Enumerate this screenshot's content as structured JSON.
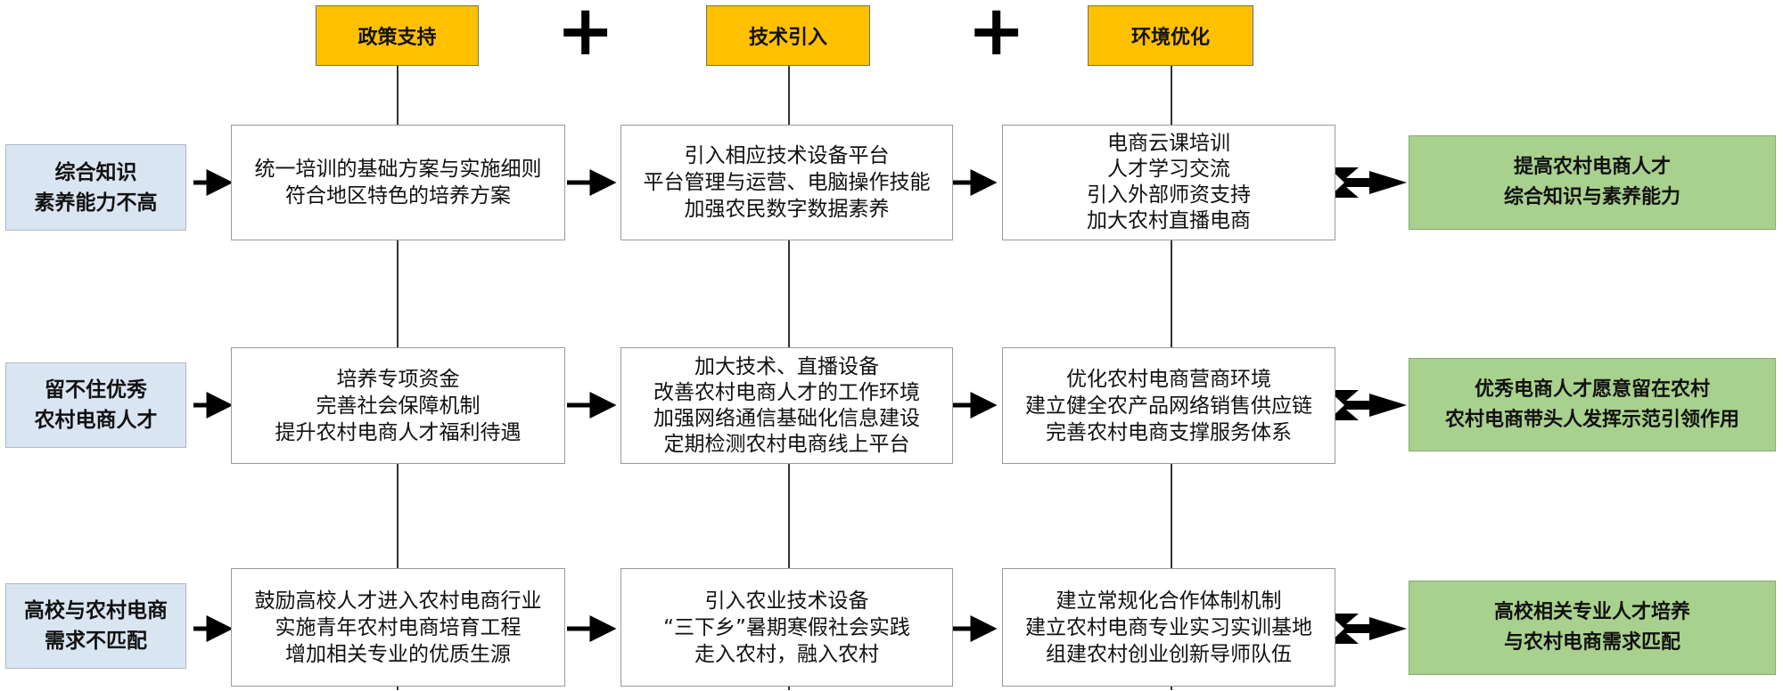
{
  "headers": [
    "政策支持",
    "技术引入",
    "环境优化"
  ],
  "plus": [
    "+",
    "+"
  ],
  "rows": [
    {
      "problem": [
        "综合知识",
        "素养能力不高"
      ],
      "policy": [
        "统一培训的基础方案与实施细则",
        "符合地区特色的培养方案"
      ],
      "tech": [
        "引入相应技术设备平台",
        "平台管理与运营、电脑操作技能",
        "加强农民数字数据素养"
      ],
      "env": [
        "电商云课培训",
        "人才学习交流",
        "引入外部师资支持",
        "加大农村直播电商"
      ],
      "result": [
        "提高农村电商人才",
        "综合知识与素养能力"
      ]
    },
    {
      "problem": [
        "留不住优秀",
        "农村电商人才"
      ],
      "policy": [
        "培养专项资金",
        "完善社会保障机制",
        "提升农村电商人才福利待遇"
      ],
      "tech": [
        "加大技术、直播设备",
        "改善农村电商人才的工作环境",
        "加强网络通信基础化信息建设",
        "定期检测农村电商线上平台"
      ],
      "env": [
        "优化农村电商营商环境",
        "建立健全农产品网络销售供应链",
        "完善农村电商支撑服务体系"
      ],
      "result": [
        "优秀电商人才愿意留在农村",
        "农村电商带头人发挥示范引领作用"
      ]
    },
    {
      "problem": [
        "高校与农村电商",
        "需求不匹配"
      ],
      "policy": [
        "鼓励高校人才进入农村电商行业",
        "实施青年农村电商培育工程",
        "增加相关专业的优质生源"
      ],
      "tech": [
        "引入农业技术设备",
        "“三下乡”暑期寒假社会实践",
        "走入农村，融入农村"
      ],
      "env": [
        "建立常规化合作体制机制",
        "建立农村电商专业实习实训基地",
        "组建农村创业创新导师队伍"
      ],
      "result": [
        "高校相关专业人才培养",
        "与农村电商需求匹配"
      ]
    }
  ]
}
